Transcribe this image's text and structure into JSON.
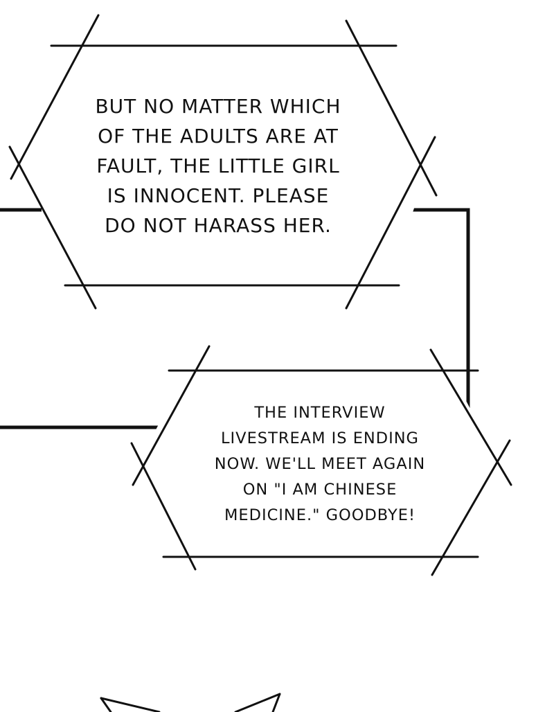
{
  "panel": {
    "bubbles": [
      {
        "lines": [
          "BUT NO MATTER WHICH",
          "OF THE ADULTS ARE AT",
          "FAULT, THE LITTLE GIRL",
          "IS INNOCENT. PLEASE",
          "DO NOT HARASS HER."
        ]
      },
      {
        "lines": [
          "THE INTERVIEW",
          "LIVESTREAM IS ENDING",
          "NOW. WE'LL MEET AGAIN",
          "ON \"I AM CHINESE",
          "MEDICINE.\" GOODBYE!"
        ]
      }
    ]
  },
  "colors": {
    "background": "#ffffff",
    "ink": "#111111"
  }
}
